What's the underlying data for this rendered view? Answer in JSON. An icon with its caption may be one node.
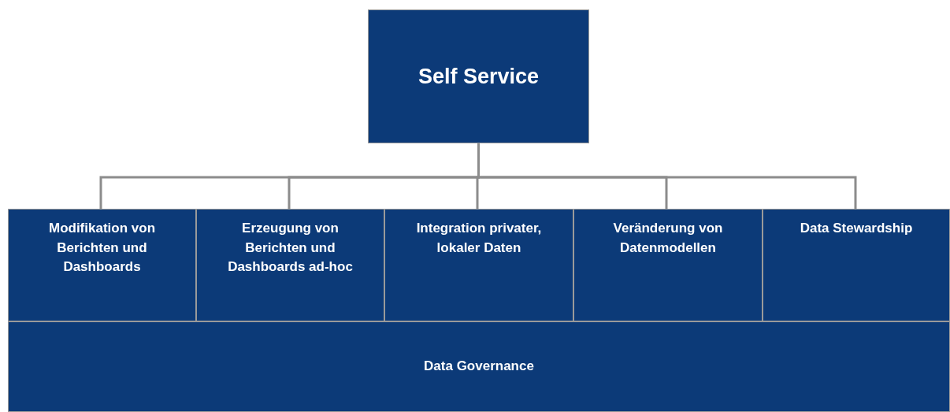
{
  "diagram": {
    "nodes": [
      {
        "text": [
          "Self Service"
        ]
      },
      {
        "text": [
          "Modifikation von Berichten und Dashboards"
        ]
      },
      {
        "text": [
          "Erzeugung von Berichten und Dashboards ad-hoc"
        ]
      },
      {
        "text": [
          "Integration privater, lokaler Daten"
        ]
      },
      {
        "text": [
          "Veränderung von Datenmodellen"
        ]
      },
      {
        "text": [
          "Data Stewardship"
        ]
      },
      {
        "text": [
          "Data Governance"
        ]
      }
    ],
    "edges": [
      {
        "from": 0,
        "to": 1,
        "arrow": "none"
      },
      {
        "from": 0,
        "to": 2,
        "arrow": "none"
      },
      {
        "from": 0,
        "to": 3,
        "arrow": "none"
      },
      {
        "from": 0,
        "to": 4,
        "arrow": "none"
      },
      {
        "from": 0,
        "to": 5,
        "arrow": "none"
      }
    ]
  }
}
